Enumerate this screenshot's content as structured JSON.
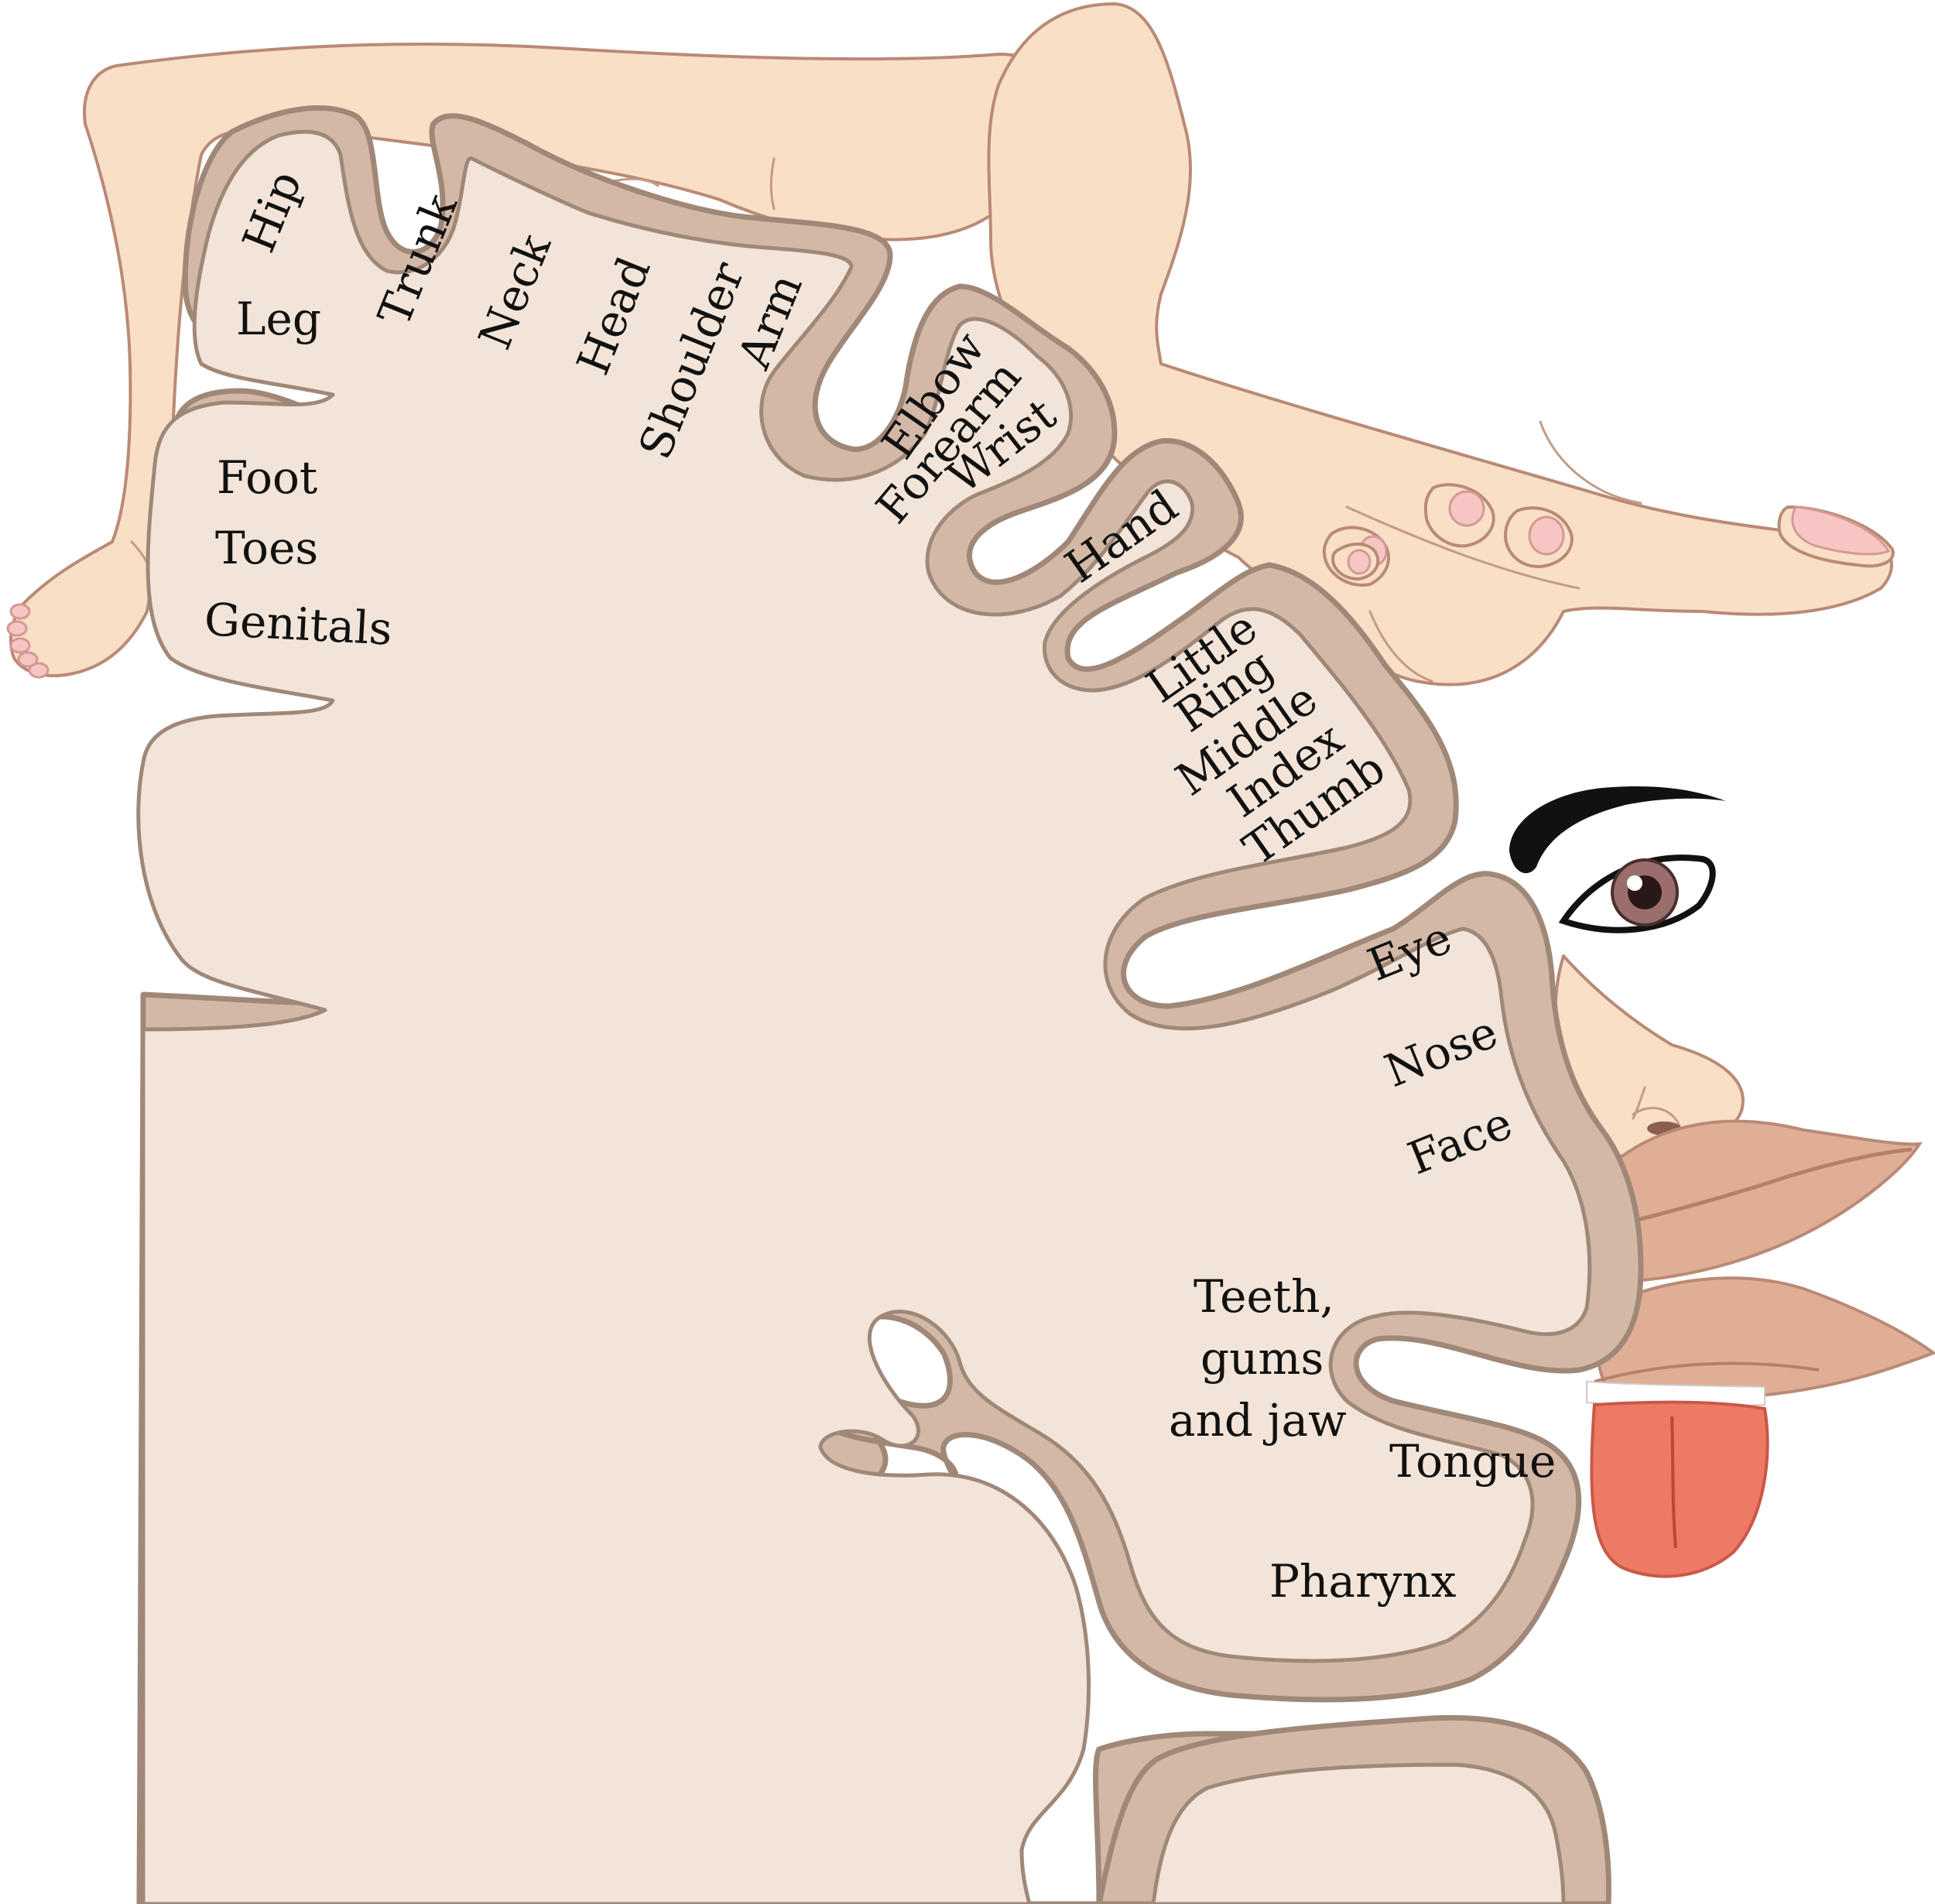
{
  "colors": {
    "background": "#ffffff",
    "white_matter": "#f2e4d8",
    "cortex": "#d3b8a6",
    "cortex_outline": "#a08878",
    "skin": "#f9dfc6",
    "skin_outline": "#b98a76",
    "lips": "#e0ae95",
    "tongue": "#ec7a64",
    "iris": "#9b6e6e",
    "brow": "#111111"
  },
  "icons": [
    "leg-foot-illustration",
    "hand-illustration",
    "eye-illustration",
    "nose-illustration",
    "lips-illustration",
    "tongue-illustration"
  ],
  "labels": {
    "hip": "Hip",
    "leg": "Leg",
    "trunk": "Trunk",
    "neck": "Neck",
    "head": "Head",
    "shoulder": "Shoulder",
    "arm": "Arm",
    "elbow": "Elbow",
    "forearm": "Forearm",
    "wrist": "Wrist",
    "hand": "Hand",
    "foot": "Foot",
    "toes": "Toes",
    "genitals": "Genitals",
    "little": "Little",
    "ring": "Ring",
    "middle": "Middle",
    "index": "Index",
    "thumb": "Thumb",
    "eye": "Eye",
    "nose": "Nose",
    "face": "Face",
    "teeth_1": "Teeth,",
    "teeth_2": "gums",
    "teeth_3": "and jaw",
    "tongue": "Tongue",
    "pharynx": "Pharynx"
  }
}
